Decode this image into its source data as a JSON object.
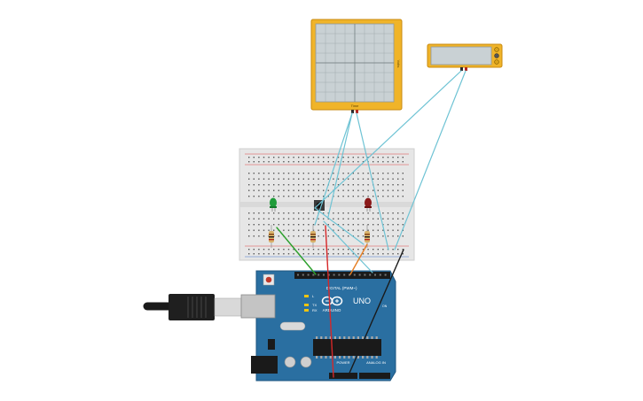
{
  "colors": {
    "background": "#ffffff",
    "instrument_case": "#f0b429",
    "instrument_screen": "#c9d1d4",
    "breadboard": "#e6e6e6",
    "wire": "#6ec3d4",
    "board": "#2a6fa1",
    "led_green": "#1f9c3a",
    "led_red": "#8b1a1a",
    "resistor": "#d8b26a"
  },
  "oscilloscope": {
    "side_label": "Volts",
    "bottom_label": "Time"
  },
  "multimeter": {
    "icon": "multimeter-icon"
  },
  "arduino": {
    "brand": "ARDUINO",
    "model": "UNO",
    "digital_label": "DIGITAL (PWM~)",
    "power_label": "POWER",
    "analog_label": "ANALOG IN",
    "tx_label": "TX",
    "rx_label": "RX",
    "l_label": "L",
    "on_label": "ON"
  },
  "components": [
    {
      "name": "green-led",
      "color": "green"
    },
    {
      "name": "pushbutton",
      "color": "black"
    },
    {
      "name": "red-led",
      "color": "red"
    }
  ]
}
